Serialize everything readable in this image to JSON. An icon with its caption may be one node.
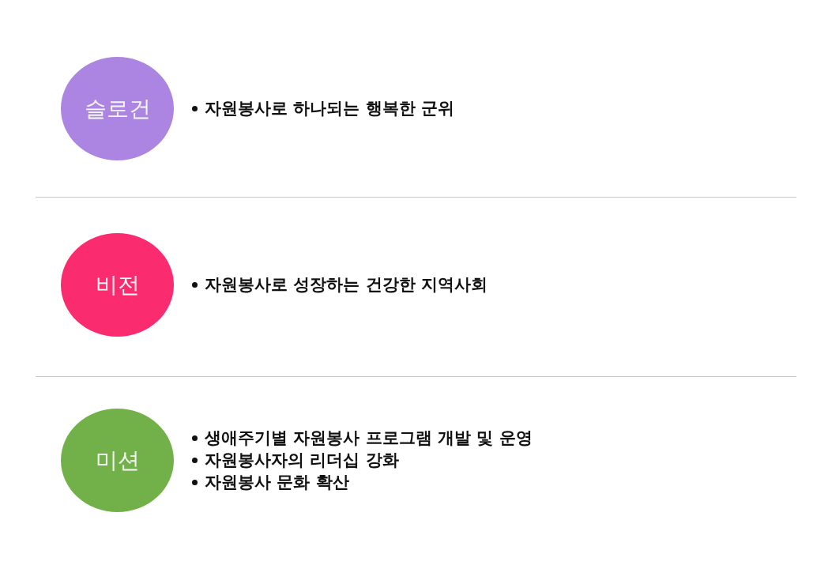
{
  "diagram": {
    "nodes": [
      {
        "text": [
          "슬로건"
        ],
        "beside": [
          "자원봉사로 하나되는 행복한 군위"
        ]
      },
      {
        "text": [
          "비전"
        ],
        "beside": [
          "자원봉사로 성장하는 건강한 지역사회"
        ]
      },
      {
        "text": [
          "미션"
        ],
        "beside": [
          "생애주기별 자원봉사 프로그램 개발 및 운영",
          "자원봉사자의 리더십 강화",
          "자원봉사 문화 확산"
        ]
      }
    ],
    "edges": []
  }
}
